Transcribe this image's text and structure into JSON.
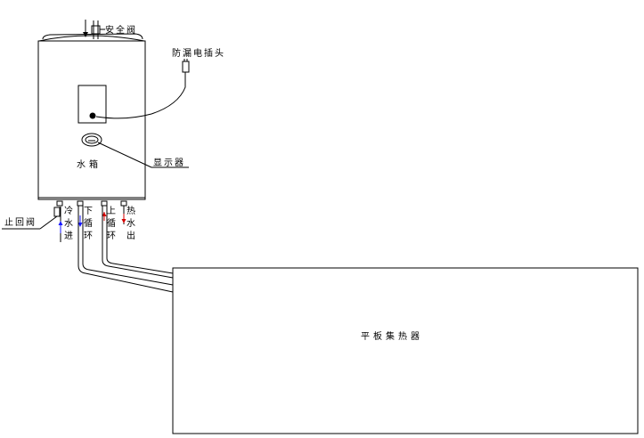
{
  "labels": {
    "safety_valve": "安全阀",
    "leakage_plug": "防漏电插头",
    "tank": "水箱",
    "display": "显示器",
    "check_valve": "止回阀",
    "cold_in": [
      "冷",
      "水",
      "进"
    ],
    "lower_loop": [
      "下",
      "循",
      "环"
    ],
    "upper_loop": [
      "上",
      "循",
      "环"
    ],
    "hot_out": [
      "热",
      "水",
      "出"
    ],
    "collector": "平板集热器"
  },
  "colors": {
    "line": "#000000",
    "cold_water": "#1a1aff",
    "hot_water": "#d40000"
  }
}
